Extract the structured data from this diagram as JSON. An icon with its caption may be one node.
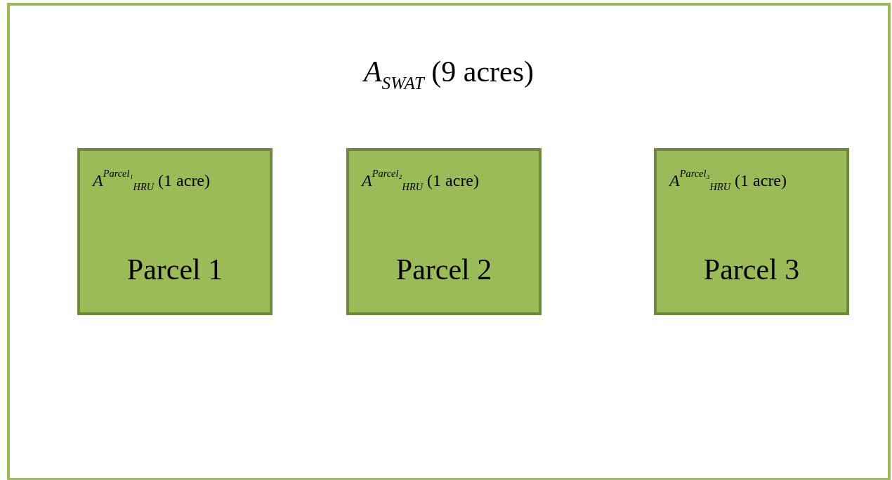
{
  "diagram": {
    "nodes": [
      {
        "text": [
          "*A*$_{SWAT}$ (9 acres)"
        ]
      },
      {
        "text": [
          "*A*$^{Parcel₁}$$_{HRU}$ (1 acre)",
          "Parcel 1"
        ],
        "in": 0
      },
      {
        "text": [
          "*A*$^{Parcel₂}$$_{HRU}$ (1 acre)",
          "Parcel 2"
        ],
        "in": 0
      },
      {
        "text": [
          "*A*$^{Parcel₃}$$_{HRU}$ (1 acre)",
          "Parcel 3"
        ],
        "in": 0
      }
    ]
  }
}
